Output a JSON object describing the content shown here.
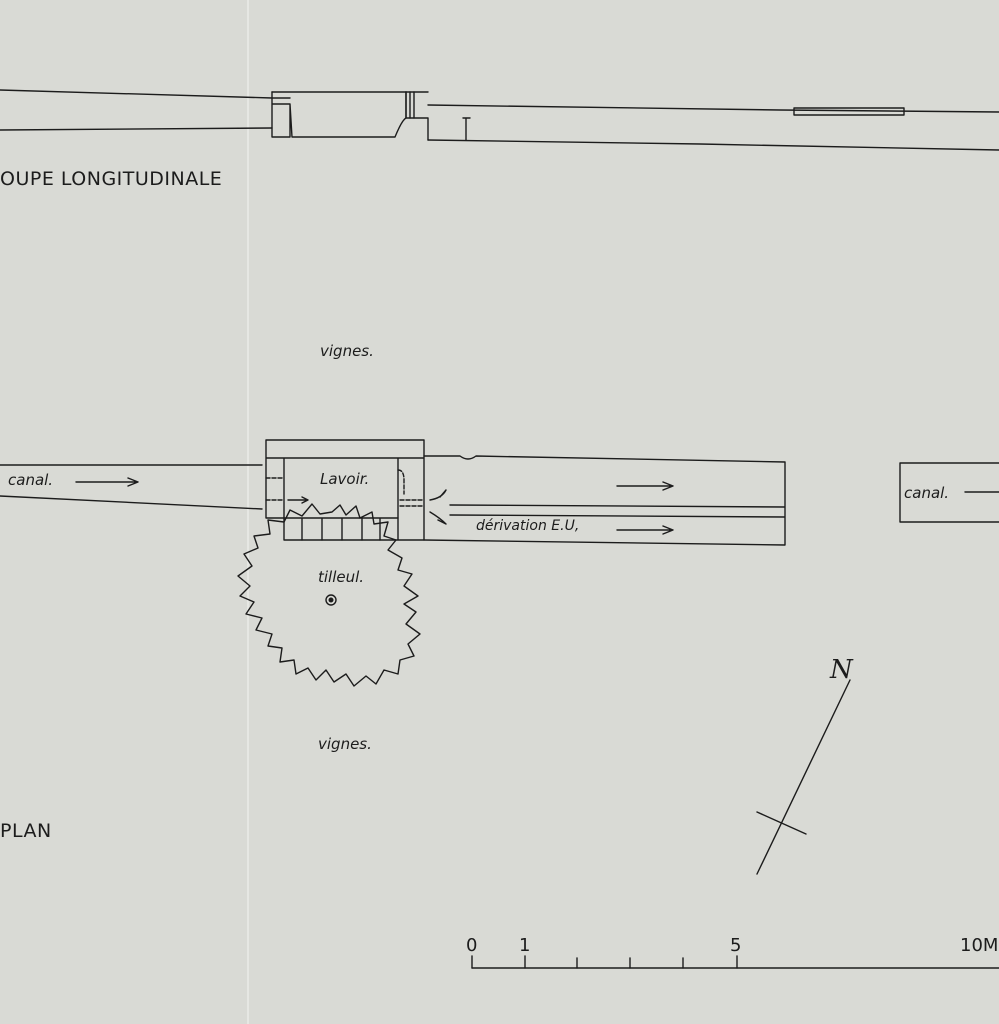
{
  "section": {
    "title": "OUPE LONGITUDINALE"
  },
  "plan": {
    "title": "PLAN",
    "labels": {
      "vignes_top": "vignes.",
      "vignes_bottom": "vignes.",
      "canal_left": "canal.",
      "canal_right": "canal.",
      "lavoir": "Lavoir.",
      "derivation": "dérivation E.U,",
      "tilleul": "tilleul."
    }
  },
  "north_arrow": {
    "label": "N"
  },
  "scale_bar": {
    "ticks": [
      "0",
      "1",
      "5",
      "10M"
    ]
  },
  "colors": {
    "paper": "#d9dad5",
    "ink": "#1c1c1c"
  }
}
